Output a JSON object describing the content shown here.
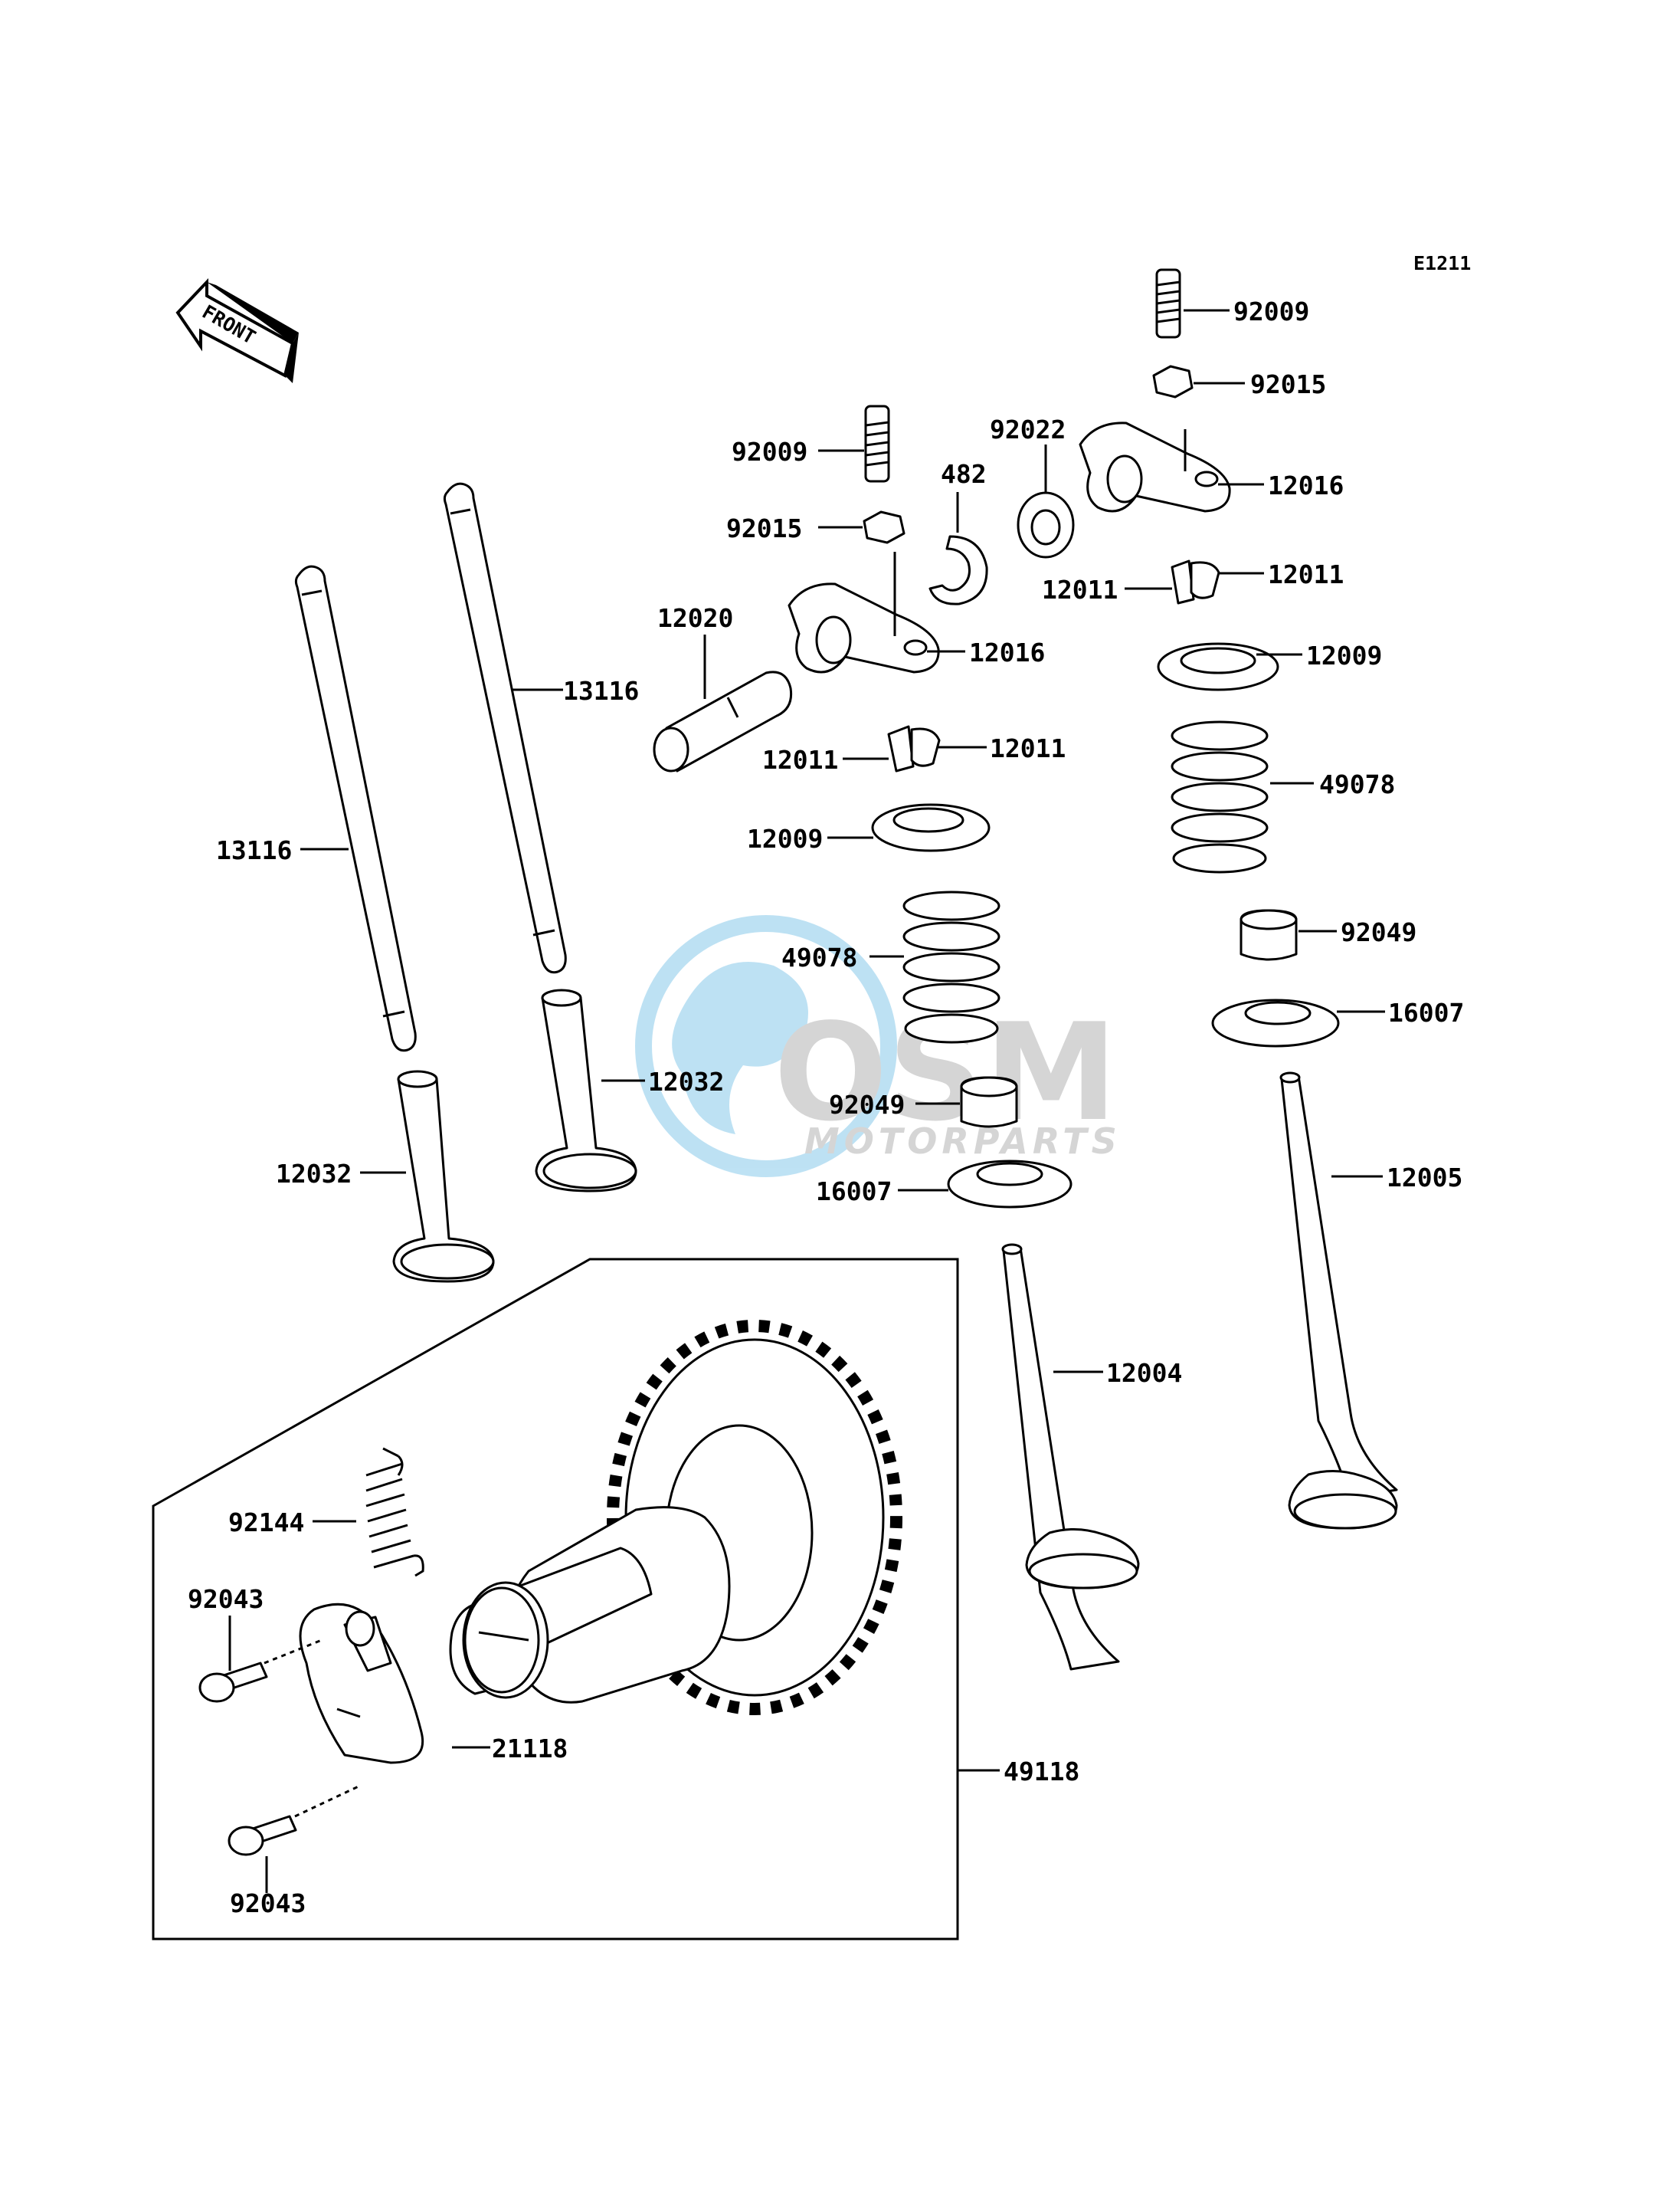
{
  "diagram_code": "E1211",
  "front_label": "FRONT",
  "watermark": {
    "brand": "OSM",
    "sub": "MOTORPARTS",
    "brand_color": "#c8c8c8",
    "globe_color": "#a8d8f0"
  },
  "parts": {
    "p92009_r": "92009",
    "p92015_r": "92015",
    "p92022": "92022",
    "p12016_r": "12016",
    "p92009_l": "92009",
    "p482": "482",
    "p92015_l": "92015",
    "p12011_r_left": "12011",
    "p12011_r_right": "12011",
    "p12020": "12020",
    "p12016_l": "12016",
    "p12009_r": "12009",
    "p13116_r": "13116",
    "p12011_l_left": "12011",
    "p12011_l_right": "12011",
    "p49078_r": "49078",
    "p13116_l": "13116",
    "p12009_l": "12009",
    "p92049_r": "92049",
    "p49078_l": "49078",
    "p16007_r": "16007",
    "p12032_r": "12032",
    "p92049_l": "92049",
    "p12005": "12005",
    "p12032_l": "12032",
    "p16007_l": "16007",
    "p12004": "12004",
    "p92144": "92144",
    "p92043_top": "92043",
    "p21118": "21118",
    "p49118": "49118",
    "p92043_bot": "92043"
  }
}
